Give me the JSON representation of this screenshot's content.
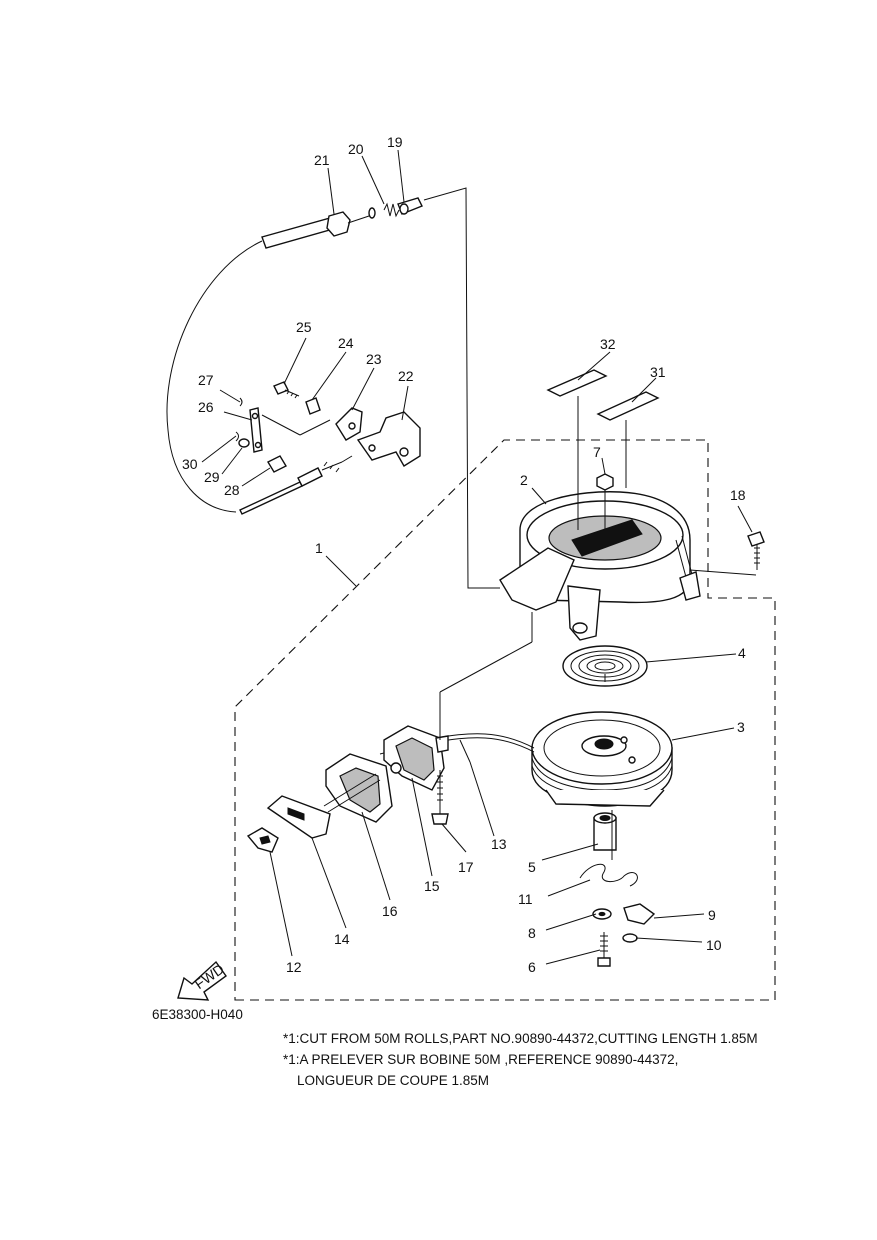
{
  "diagram_code": "6E38300-H040",
  "fwd_label": "FWD",
  "notes": [
    "*1:CUT FROM 50M ROLLS,PART NO.90890-44372,CUTTING LENGTH 1.85M",
    "*1:A PRELEVER SUR BOBINE 50M ,REFERENCE 90890-44372,",
    "LONGUEUR DE COUPE 1.85M"
  ],
  "callouts": {
    "c1": "1",
    "c2": "2",
    "c3": "3",
    "c4": "4",
    "c5": "5",
    "c6": "6",
    "c7": "7",
    "c8": "8",
    "c9": "9",
    "c10": "10",
    "c11": "11",
    "c12": "12",
    "c13": "13",
    "c14": "14",
    "c15": "15",
    "c16": "16",
    "c17": "17",
    "c18": "18",
    "c19": "19",
    "c20": "20",
    "c21": "21",
    "c22": "22",
    "c23": "23",
    "c24": "24",
    "c25": "25",
    "c26": "26",
    "c27": "27",
    "c28": "28",
    "c29": "29",
    "c30": "30",
    "c31": "31",
    "c32": "32"
  }
}
